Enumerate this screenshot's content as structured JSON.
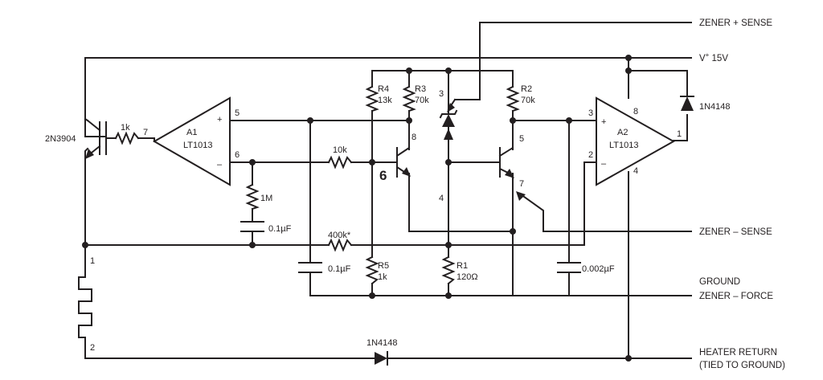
{
  "colors": {
    "ink": "#231f20",
    "background": "#ffffff"
  },
  "signals": {
    "zener_plus_sense": "ZENER + SENSE",
    "vplus_main": "V",
    "vplus_sup": "+",
    "vplus_value": " 15V",
    "zener_minus_sense": "ZENER – SENSE",
    "ground": "GROUND",
    "zener_force": "ZENER – FORCE",
    "heater_return": "HEATER RETURN",
    "heater_return_note": "(TIED TO GROUND)"
  },
  "parts": {
    "q_heater": "2N3904",
    "r_base": "1k",
    "a1_name": "A1",
    "a1_part": "LT1013",
    "a2_name": "A2",
    "a2_part": "LT1013",
    "r_10k": "10k",
    "r_1m": "1M",
    "c_01_left": "0.1µF",
    "r_400k": "400k*",
    "c_01_mid": "0.1µF",
    "r4_name": "R4",
    "r4_value": "13k",
    "r3_name": "R3",
    "r3_value": "70k",
    "r5_name": "R5",
    "r5_value": "1k",
    "r1_name": "R1",
    "r1_value": "120Ω",
    "r2_name": "R2",
    "r2_value": "70k",
    "c_0002": "0.002µF",
    "d_top": "1N4148",
    "d_bottom": "1N4148"
  },
  "pins": {
    "a1_out": "7",
    "a1_plus": "5",
    "a1_minus": "6",
    "a1_plus_sign": "+",
    "a1_minus_sign": "–",
    "heater_1": "1",
    "heater_2": "2",
    "ref_8": "8",
    "ref_6": "6",
    "ref_3": "3",
    "ref_4": "4",
    "ref_5": "5",
    "ref_7": "7",
    "a2_plus": "3",
    "a2_minus": "2",
    "a2_supply": "8",
    "a2_gnd": "4",
    "a2_out": "1",
    "a2_plus_sign": "+",
    "a2_minus_sign": "–"
  }
}
